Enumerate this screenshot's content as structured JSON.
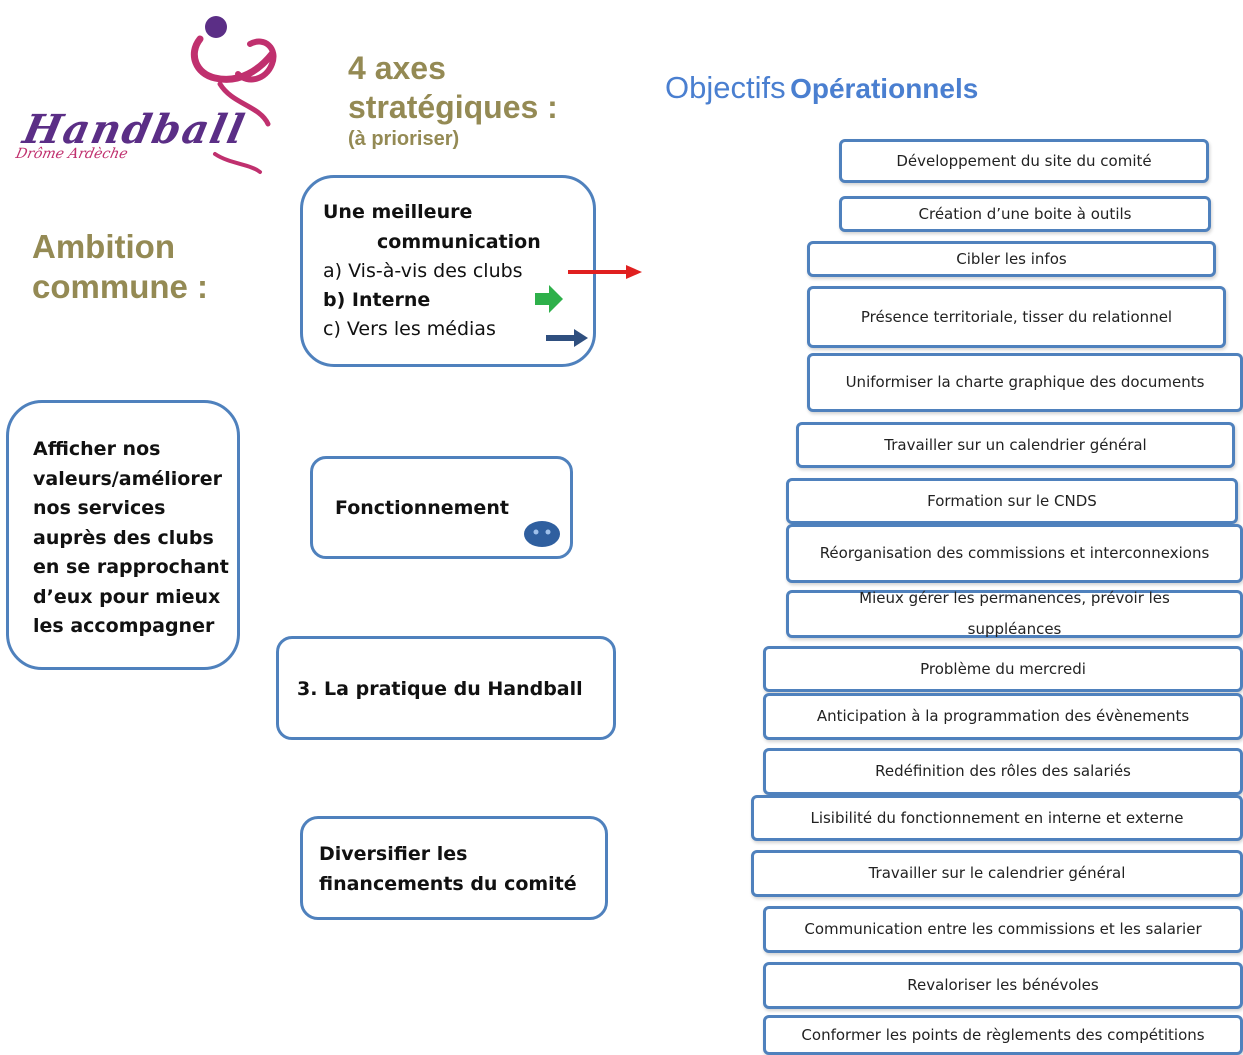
{
  "logo": {
    "text_main": "Handball",
    "text_sub": "Drôme Ardèche"
  },
  "header": {
    "axes_line1": "4 axes",
    "axes_line2": "stratégiques :",
    "axes_note": "(à prioriser)",
    "objectifs_word": "Objectifs",
    "operationnels_word": "Opérationnels"
  },
  "ambition": {
    "line1": "Ambition",
    "line2": "commune :"
  },
  "ambition_box": {
    "lines": [
      "Afficher nos",
      "valeurs/améliorer",
      "nos services",
      "auprès des clubs",
      "en se rapprochant",
      "d’eux pour mieux",
      "les accompagner"
    ]
  },
  "axes": {
    "communication": {
      "title1": "Une meilleure",
      "title2": "communication",
      "item_a": "a) Vis-à-vis des clubs",
      "item_b": "b) Interne",
      "item_c": "c)  Vers les médias"
    },
    "fonctionnement": {
      "label": "Fonctionnement"
    },
    "pratique": {
      "label": "3. La pratique du Handball"
    },
    "financement": {
      "line1": "Diversifier les",
      "line2": "financements du comité"
    }
  },
  "colors": {
    "box_border": "#4f81bd",
    "title_blue": "#4a7fd0",
    "olive": "#948a54",
    "arrow_red": "#e02020",
    "arrow_green": "#2eb04a",
    "arrow_blue": "#2f4f7f",
    "logo_purple": "#5b2e86",
    "logo_pink": "#c0306e"
  },
  "objectifs": [
    "Développement du site du comité",
    "Création d’une boite à outils",
    "Cibler les infos",
    "Présence territoriale, tisser du relationnel",
    "Uniformiser la charte graphique des documents",
    "Travailler sur un calendrier général",
    "Formation sur  le CNDS",
    "Réorganisation des commissions et interconnexions",
    "Mieux gérer les permanences, prévoir les suppléances",
    "Problème du mercredi",
    "Anticipation  à la programmation  des  évènements",
    "Redéfinition des rôles des salariés",
    "Lisibilité du fonctionnement en interne et externe",
    "Travailler sur le calendrier général",
    "Communication entre les commissions  et les salarier",
    "Revaloriser les bénévoles",
    "Conformer les points de règlements des compétitions"
  ]
}
